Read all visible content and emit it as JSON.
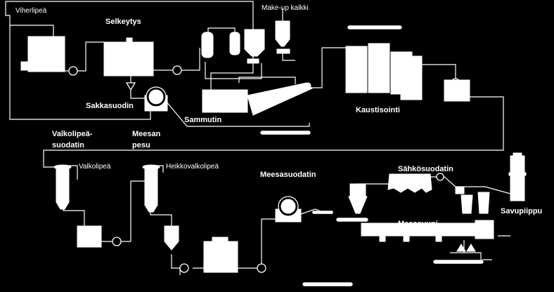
{
  "labels": {
    "viherlipea": "Viherlipeä",
    "selkeytys": "Selkeytys",
    "make_up_kalkki": "Make-up kalkki",
    "sakkasuodin": "Sakkasuodin",
    "sammutin": "Sammutin",
    "kaustisointi": "Kaustisointi",
    "valkolipea_suodatin_1": "Valkolipeä-",
    "valkolipea_suodatin_2": "suodatin",
    "meesan_pesu_1": "Meesan",
    "meesan_pesu_2": "pesu",
    "valkolipea": "Valkolipeä",
    "heikkovalkolipea": "Heikkovalkolipeä",
    "meesasuodatin": "Meesasuodatin",
    "sahkosuodatin": "Sähkösuodatin",
    "savupiippu": "Savupiippu",
    "meesauuni": "Meesauuni"
  },
  "colors": {
    "background": "#000000",
    "foreground": "#ffffff"
  }
}
